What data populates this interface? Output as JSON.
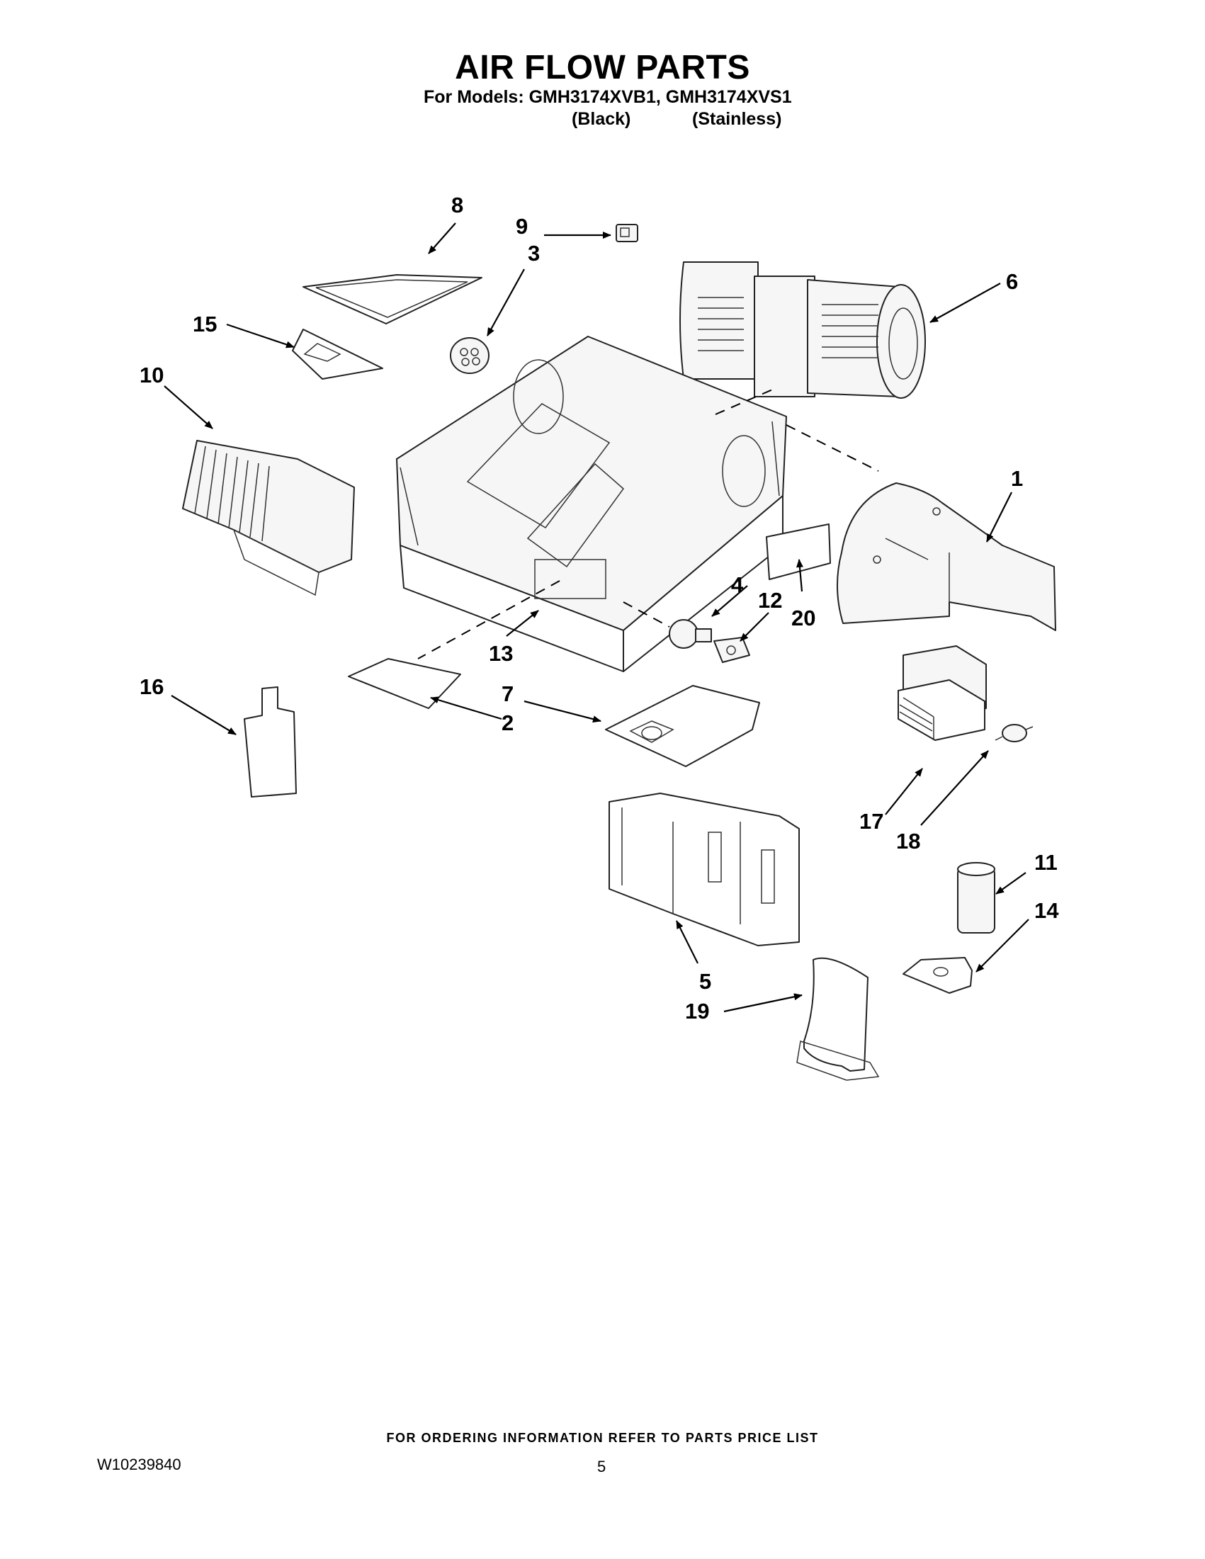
{
  "title": "AIR FLOW PARTS",
  "models_line": "For Models: GMH3174XVB1, GMH3174XVS1",
  "variant_black": "(Black)",
  "variant_stainless": "(Stainless)",
  "callouts": {
    "c1": "1",
    "c2": "2",
    "c3": "3",
    "c4": "4",
    "c5": "5",
    "c6": "6",
    "c7": "7",
    "c8": "8",
    "c9": "9",
    "c10": "10",
    "c11": "11",
    "c12": "12",
    "c13": "13",
    "c14": "14",
    "c15": "15",
    "c16": "16",
    "c17": "17",
    "c18": "18",
    "c19": "19",
    "c20": "20"
  },
  "footer_note": "FOR ORDERING INFORMATION REFER TO PARTS PRICE LIST",
  "doc_number": "W10239840",
  "page_number": "5"
}
